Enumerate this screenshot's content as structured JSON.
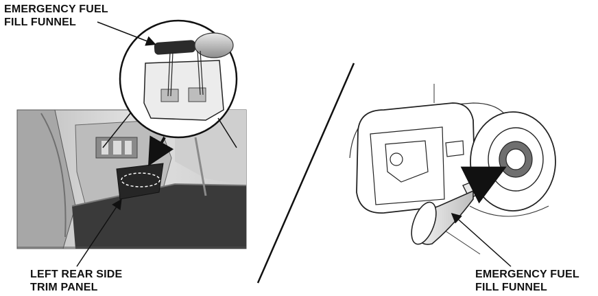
{
  "labels": {
    "funnel_top": {
      "line1": "EMERGENCY FUEL",
      "line2": "FILL FUNNEL"
    },
    "trim_panel": {
      "line1": "LEFT REAR SIDE",
      "line2": "TRIM PANEL"
    },
    "funnel_right": {
      "line1": "EMERGENCY FUEL",
      "line2": "FILL FUNNEL"
    }
  },
  "colors": {
    "line": "#1a1a1a",
    "dark_fill": "#2b2b2b",
    "mid_gray": "#9a9a9a",
    "light_gray": "#d9d9d9",
    "cargo_floor": "#3a3a3a"
  }
}
